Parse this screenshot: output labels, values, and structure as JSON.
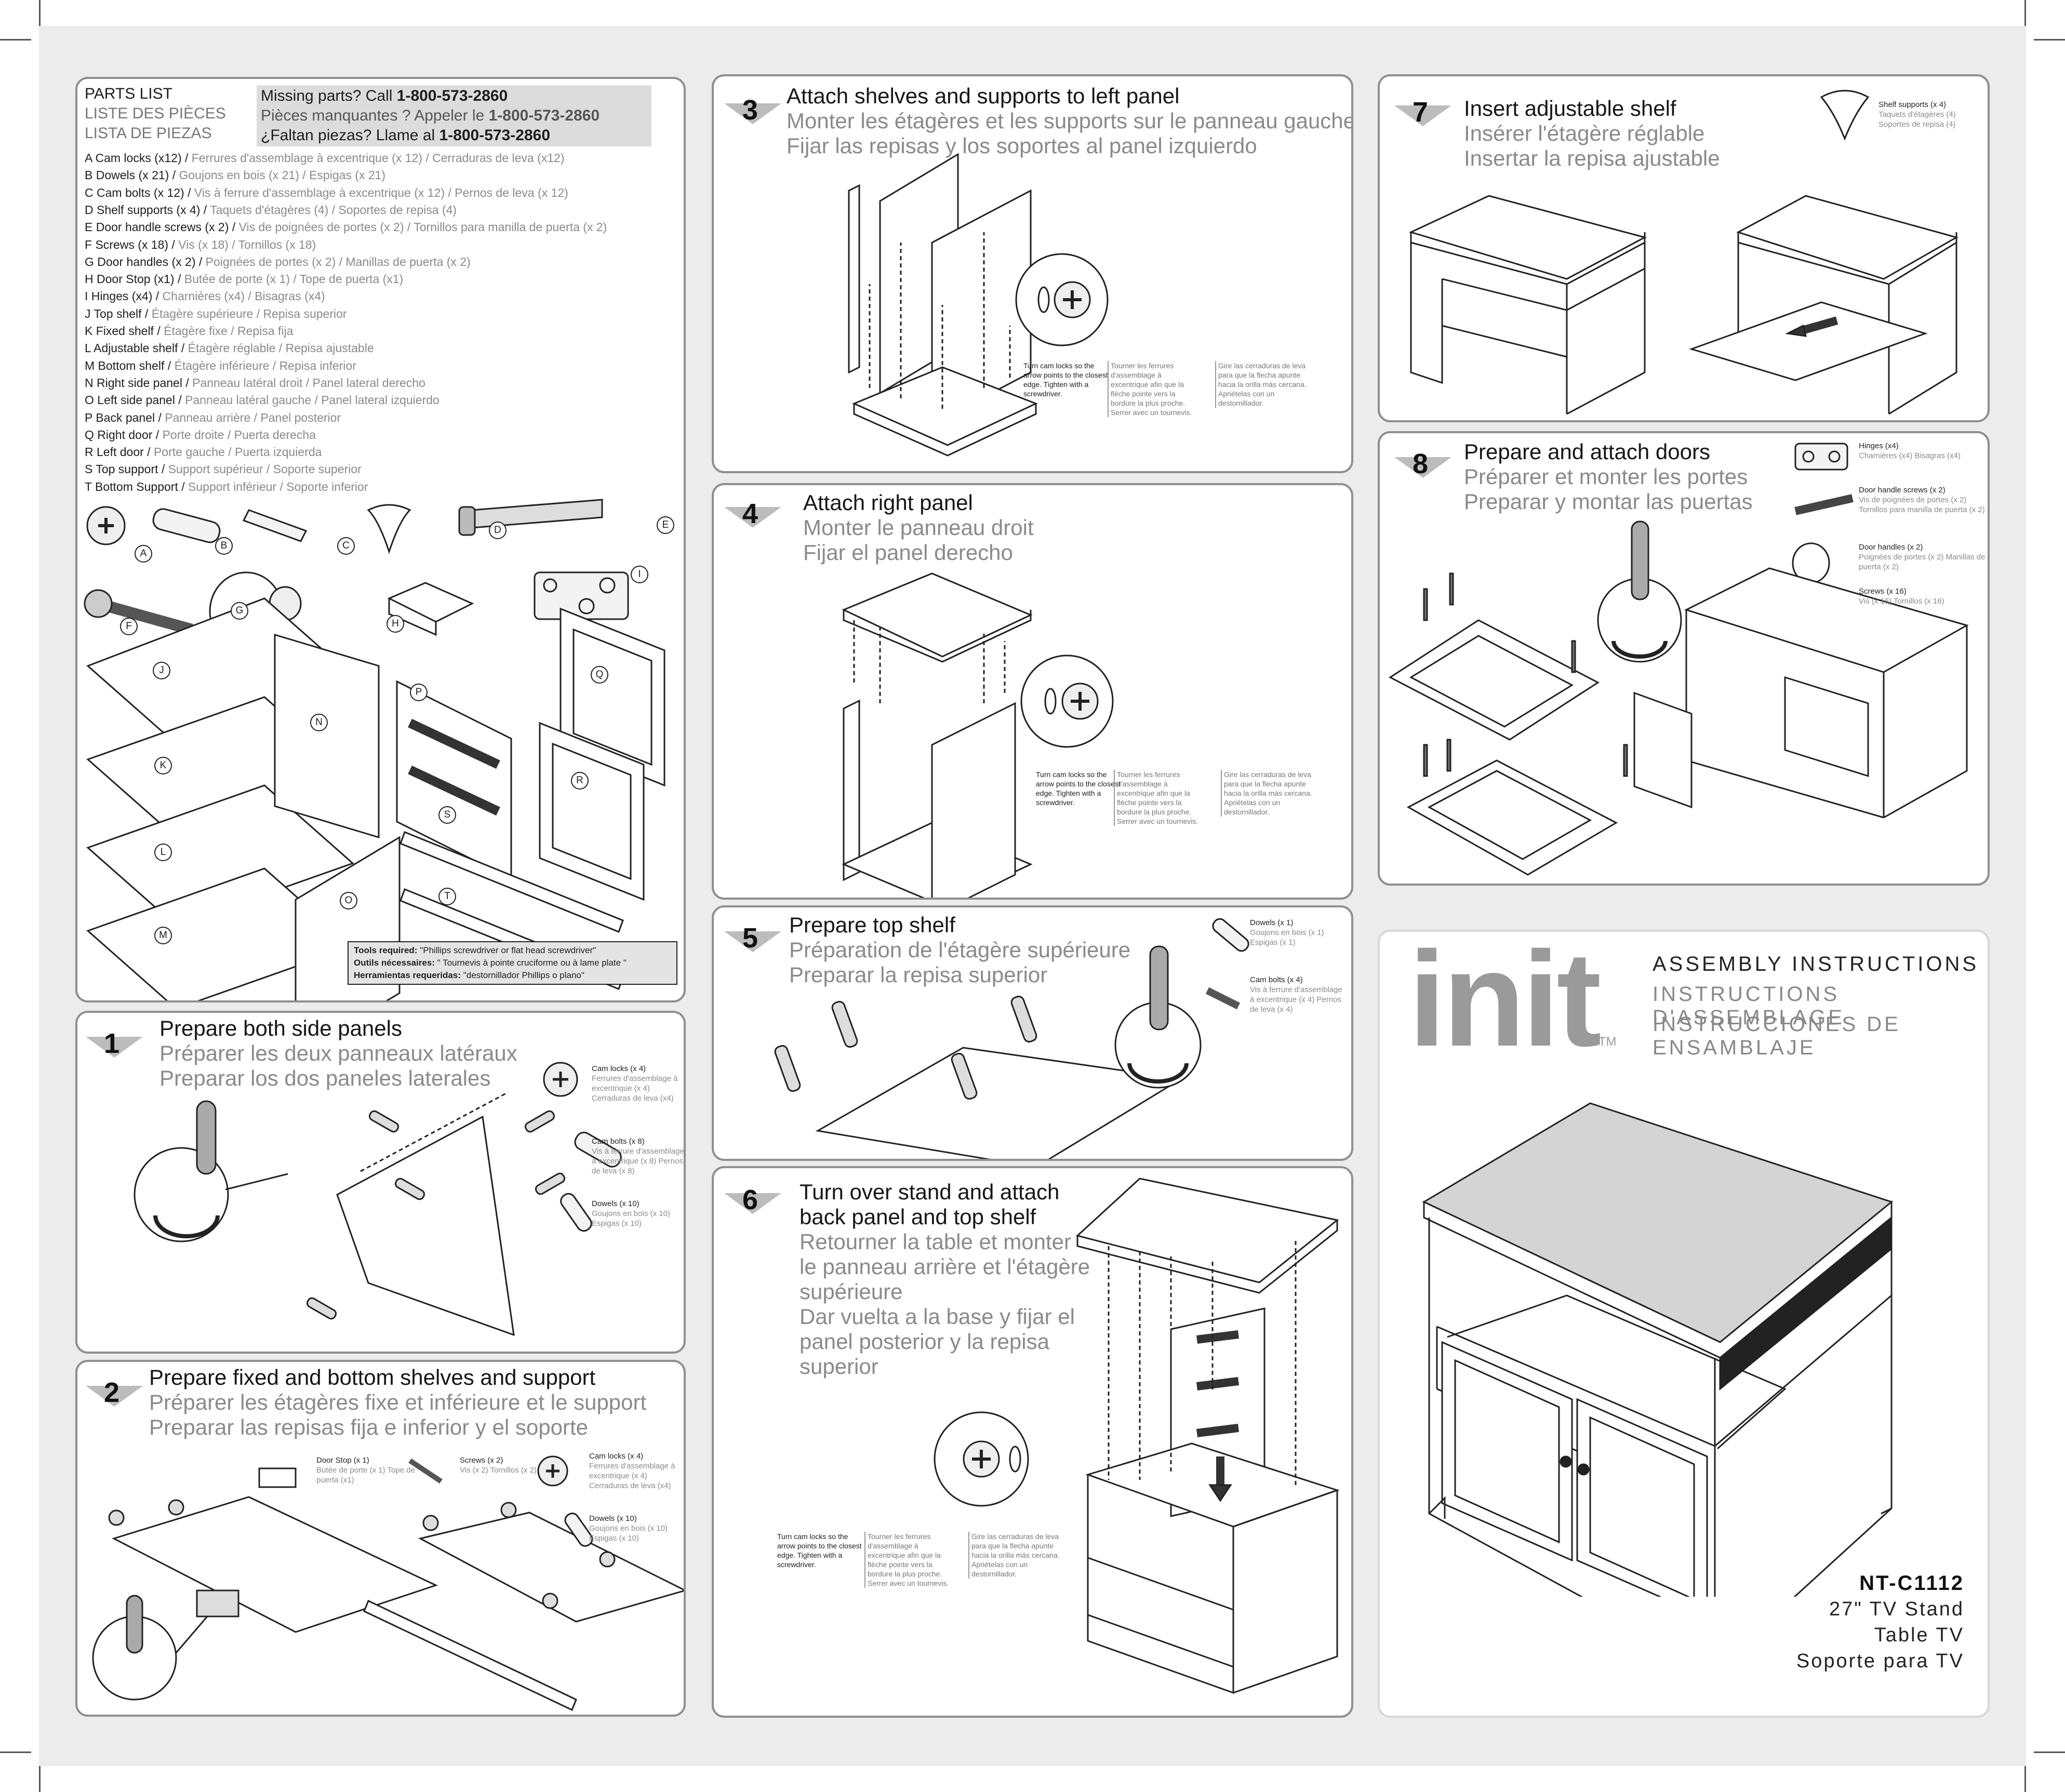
{
  "parts": {
    "headers": [
      "PARTS LIST",
      "LISTE DES PIÈCES",
      "LISTA DE PIEZAS"
    ],
    "missing": [
      {
        "text": "Missing parts? Call ",
        "phone": "1-800-573-2860"
      },
      {
        "text": "Pièces manquantes ?  Appeler le ",
        "phone": "1-800-573-2860"
      },
      {
        "text": "¿Faltan piezas?  Llame al ",
        "phone": "1-800-573-2860"
      }
    ],
    "items": [
      {
        "en": "A Cam locks (x12) / ",
        "other": "Ferrures d'assemblage à excentrique (x 12) / Cerraduras de leva (x12)"
      },
      {
        "en": "B Dowels (x 21) / ",
        "other": "Goujons en bois (x 21) /  Espigas (x 21)"
      },
      {
        "en": "C Cam bolts (x 12) / ",
        "other": "Vis à ferrure d'assemblage à excentrique (x 12) / Pernos de leva (x 12)"
      },
      {
        "en": "D Shelf supports (x 4) / ",
        "other": "Taquets d'étagères (4) / Soportes de repisa (4)"
      },
      {
        "en": "E Door handle screws (x 2) / ",
        "other": "Vis de poignées de portes (x 2) / Tornillos para manilla de puerta (x 2)"
      },
      {
        "en": "F Screws (x 18) / ",
        "other": "Vis (x 18) / Tornillos (x 18)"
      },
      {
        "en": "G Door handles (x 2) / ",
        "other": "Poignées de portes (x 2) /  Manillas de puerta (x 2)"
      },
      {
        "en": "H Door Stop (x1) / ",
        "other": " Butée de porte (x 1) / Tope de puerta (x1)"
      },
      {
        "en": "I Hinges (x4) / ",
        "other": "Charnières (x4) / Bisagras (x4)"
      },
      {
        "en": "J Top shelf / ",
        "other": "Étagère supérieure / Repisa superior"
      },
      {
        "en": "K Fixed shelf / ",
        "other": "Étagère fixe / Repisa fija"
      },
      {
        "en": "L Adjustable shelf / ",
        "other": "Étagère réglable / Repisa ajustable"
      },
      {
        "en": "M Bottom shelf / ",
        "other": "Étagère inférieure / Repisa inferior"
      },
      {
        "en": "N Right side panel / ",
        "other": "Panneau latéral droit / Panel lateral derecho"
      },
      {
        "en": "O Left side panel / ",
        "other": "Panneau latéral gauche / Panel lateral izquierdo"
      },
      {
        "en": "P Back panel / ",
        "other": "Panneau arrière / Panel posterior"
      },
      {
        "en": "Q Right door / ",
        "other": "Porte droite / Puerta derecha"
      },
      {
        "en": "R Left door / ",
        "other": "Porte gauche / Puerta izquierda"
      },
      {
        "en": "S Top support  / ",
        "other": "Support supérieur / Soporte superior"
      },
      {
        "en": "T Bottom Support / ",
        "other": "Support inférieur / Soporte inferior"
      }
    ],
    "letters": [
      "A",
      "B",
      "C",
      "D",
      "E",
      "F",
      "G",
      "H",
      "I",
      "J",
      "K",
      "L",
      "M",
      "N",
      "O",
      "P",
      "Q",
      "R",
      "S",
      "T"
    ],
    "tools": [
      {
        "b": "Tools required:",
        "t": " \"Phillips screwdriver or flat head screwdriver\""
      },
      {
        "b": "Outils nécessaires:",
        "t": " \" Tournevis à pointe cruciforme ou à lame plate \""
      },
      {
        "b": "Herramientas requeridas:",
        "t": " \"destornillador Phillips o plano\""
      }
    ]
  },
  "camnote": {
    "en": "Turn cam locks so the arrow points to the closest edge. Tighten with a screwdriver.",
    "fr": "Tourner les ferrures d'assemblage à excentrique afin que la flèche pointe vers la bordure la plus proche. Serrer avec un tournevis.",
    "es": "Gire las cerraduras de leva para que la flecha apunte hacia la orilla más cercana. Apriételas con un destornillador."
  },
  "steps": {
    "s1": {
      "num": "1",
      "en": "Prepare both side panels",
      "fr": "Préparer les deux panneaux latéraux",
      "es": "Preparar los dos paneles laterales",
      "labels": [
        {
          "t": "Cam locks (x 4)",
          "g": "Ferrures d'assemblage à excentrique (x 4) Cerraduras de leva (x4)"
        },
        {
          "t": "Cam bolts (x 8)",
          "g": "Vis à ferrure d'assemblage à excentrique (x 8) Pernos de leva (x 8)"
        },
        {
          "t": "Dowels (x 10)",
          "g": "Goujons en bois (x 10) Espigas (x 10)"
        }
      ]
    },
    "s2": {
      "num": "2",
      "en": "Prepare fixed and bottom shelves and support",
      "fr": "Préparer les étagères fixe et inférieure et le support",
      "es": "Preparar las repisas fija e inferior y el soporte",
      "labels": [
        {
          "t": "Door Stop (x 1)",
          "g": "Butée de porte (x 1) Tope de puerta (x1)"
        },
        {
          "t": "Screws (x 2)",
          "g": "Vis (x 2) Tornillos (x 2)"
        },
        {
          "t": "Cam locks (x 4)",
          "g": "Ferrures d'assemblage à excentrique (x 4) Cerraduras de leva (x4)"
        },
        {
          "t": "Dowels (x 10)",
          "g": "Goujons en bois (x 10) Espigas (x 10)"
        }
      ]
    },
    "s3": {
      "num": "3",
      "en": "Attach shelves and supports to left panel",
      "fr": "Monter les étagères et les supports sur le panneau gauche",
      "es": "Fijar las repisas y los soportes al panel izquierdo"
    },
    "s4": {
      "num": "4",
      "en": "Attach right panel",
      "fr": "Monter le panneau droit",
      "es": "Fijar el panel derecho"
    },
    "s5": {
      "num": "5",
      "en": "Prepare top shelf",
      "fr": "Préparation de l'étagère supérieure",
      "es": "Preparar la repisa superior",
      "labels": [
        {
          "t": "Dowels (x 1)",
          "g": "Goujons en bois (x 1) Espigas (x 1)"
        },
        {
          "t": "Cam bolts (x 4)",
          "g": "Vis à ferrure d'assemblage à excentrique (x 4) Pernos de leva (x 4)"
        }
      ]
    },
    "s6": {
      "num": "6",
      "en1": "Turn over stand and attach",
      "en2": "back panel and top shelf",
      "fr1": "Retourner la table et monter",
      "fr2": "le panneau arrière et l'étagère",
      "fr3": "supérieure",
      "es1": "Dar vuelta a la base y fijar el",
      "es2": "panel posterior y la repisa",
      "es3": "superior"
    },
    "s7": {
      "num": "7",
      "en": "Insert adjustable shelf",
      "fr": "Insérer l'étagère réglable",
      "es": "Insertar la repisa ajustable",
      "labels": [
        {
          "t": "Shelf supports (x 4)",
          "g": "Taquets d'étagères (4) Soportes de repisa (4)"
        }
      ]
    },
    "s8": {
      "num": "8",
      "en": "Prepare and attach doors",
      "fr": "Préparer et monter les portes",
      "es": "Preparar y montar las puertas",
      "labels": [
        {
          "t": "Hinges (x4)",
          "g": "Charnières (x4) Bisagras (x4)"
        },
        {
          "t": "Door handle screws (x 2)",
          "g": "Vis de poignées de portes (x 2) Tornillos para manilla de puerta (x 2)"
        },
        {
          "t": "Door handles (x 2)",
          "g": "Poignées de portes (x 2) Manillas de puerta (x 2)"
        },
        {
          "t": "Screws (x 16)",
          "g": "Vis (x 16) Tornillos (x 16)"
        }
      ]
    }
  },
  "cover": {
    "logo": "init",
    "tm": "TM",
    "titles": [
      "ASSEMBLY INSTRUCTIONS",
      "INSTRUCTIONS D'ASSEMBLAGE",
      "INSTRUCCIONES DE ENSAMBLAJE"
    ],
    "model": "NT-C1112",
    "desc": [
      "27\" TV Stand",
      "Table TV",
      "Soporte para TV"
    ]
  }
}
